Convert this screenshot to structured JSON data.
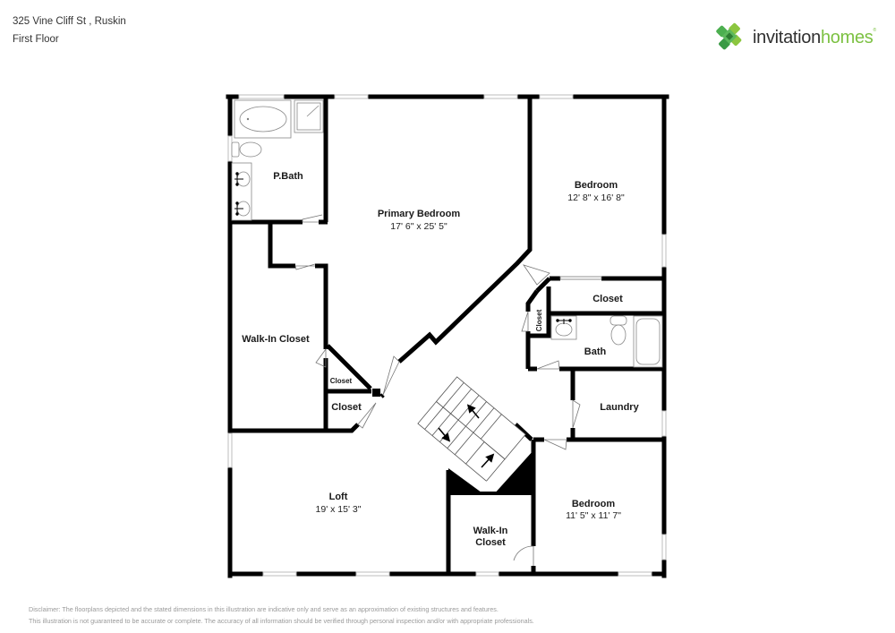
{
  "header": {
    "address": "325 Vine Cliff St , Ruskin",
    "floor": "First Floor"
  },
  "brand": {
    "name_part1": "invitation",
    "name_part2": "homes",
    "trademark": "®",
    "logo_icon": "green-clover-diamond-icon",
    "colors": {
      "dark_green": "#2e8b3a",
      "mid_green": "#4caf50",
      "light_green": "#8cc63f",
      "text_dark": "#2f2f2f",
      "text_green": "#7cc142"
    }
  },
  "floorplan": {
    "wall_color": "#000000",
    "window_color": "#bdbdbd",
    "rooms": [
      {
        "id": "p-bath",
        "name": "P.Bath",
        "dims": ""
      },
      {
        "id": "primary-bedroom",
        "name": "Primary Bedroom",
        "dims": "17' 6\" x 25' 5\""
      },
      {
        "id": "bedroom-1",
        "name": "Bedroom",
        "dims": "12' 8\" x 16' 8\""
      },
      {
        "id": "closet-bedroom-1",
        "name": "Closet",
        "dims": ""
      },
      {
        "id": "closet-hall-small",
        "name": "Closet",
        "dims": ""
      },
      {
        "id": "bath",
        "name": "Bath",
        "dims": ""
      },
      {
        "id": "walk-in-closet-1",
        "name": "Walk-In Closet",
        "dims": ""
      },
      {
        "id": "closet-small-1",
        "name": "Closet",
        "dims": ""
      },
      {
        "id": "closet-small-2",
        "name": "Closet",
        "dims": ""
      },
      {
        "id": "laundry",
        "name": "Laundry",
        "dims": ""
      },
      {
        "id": "loft",
        "name": "Loft",
        "dims": "19' x 15' 3\""
      },
      {
        "id": "walk-in-closet-2",
        "name_line1": "Walk-In",
        "name_line2": "Closet",
        "dims": ""
      },
      {
        "id": "bedroom-2",
        "name": "Bedroom",
        "dims": "11' 5\" x 11' 7\""
      }
    ]
  },
  "disclaimer": {
    "line1": "Disclaimer: The floorplans depicted and the stated dimensions in this illustration are indicative only and serve as an approximation of existing structures and features.",
    "line2": "This illustration is not guaranteed to be accurate or complete. The accuracy of all information should be verified through personal inspection and/or with appropriate professionals."
  }
}
